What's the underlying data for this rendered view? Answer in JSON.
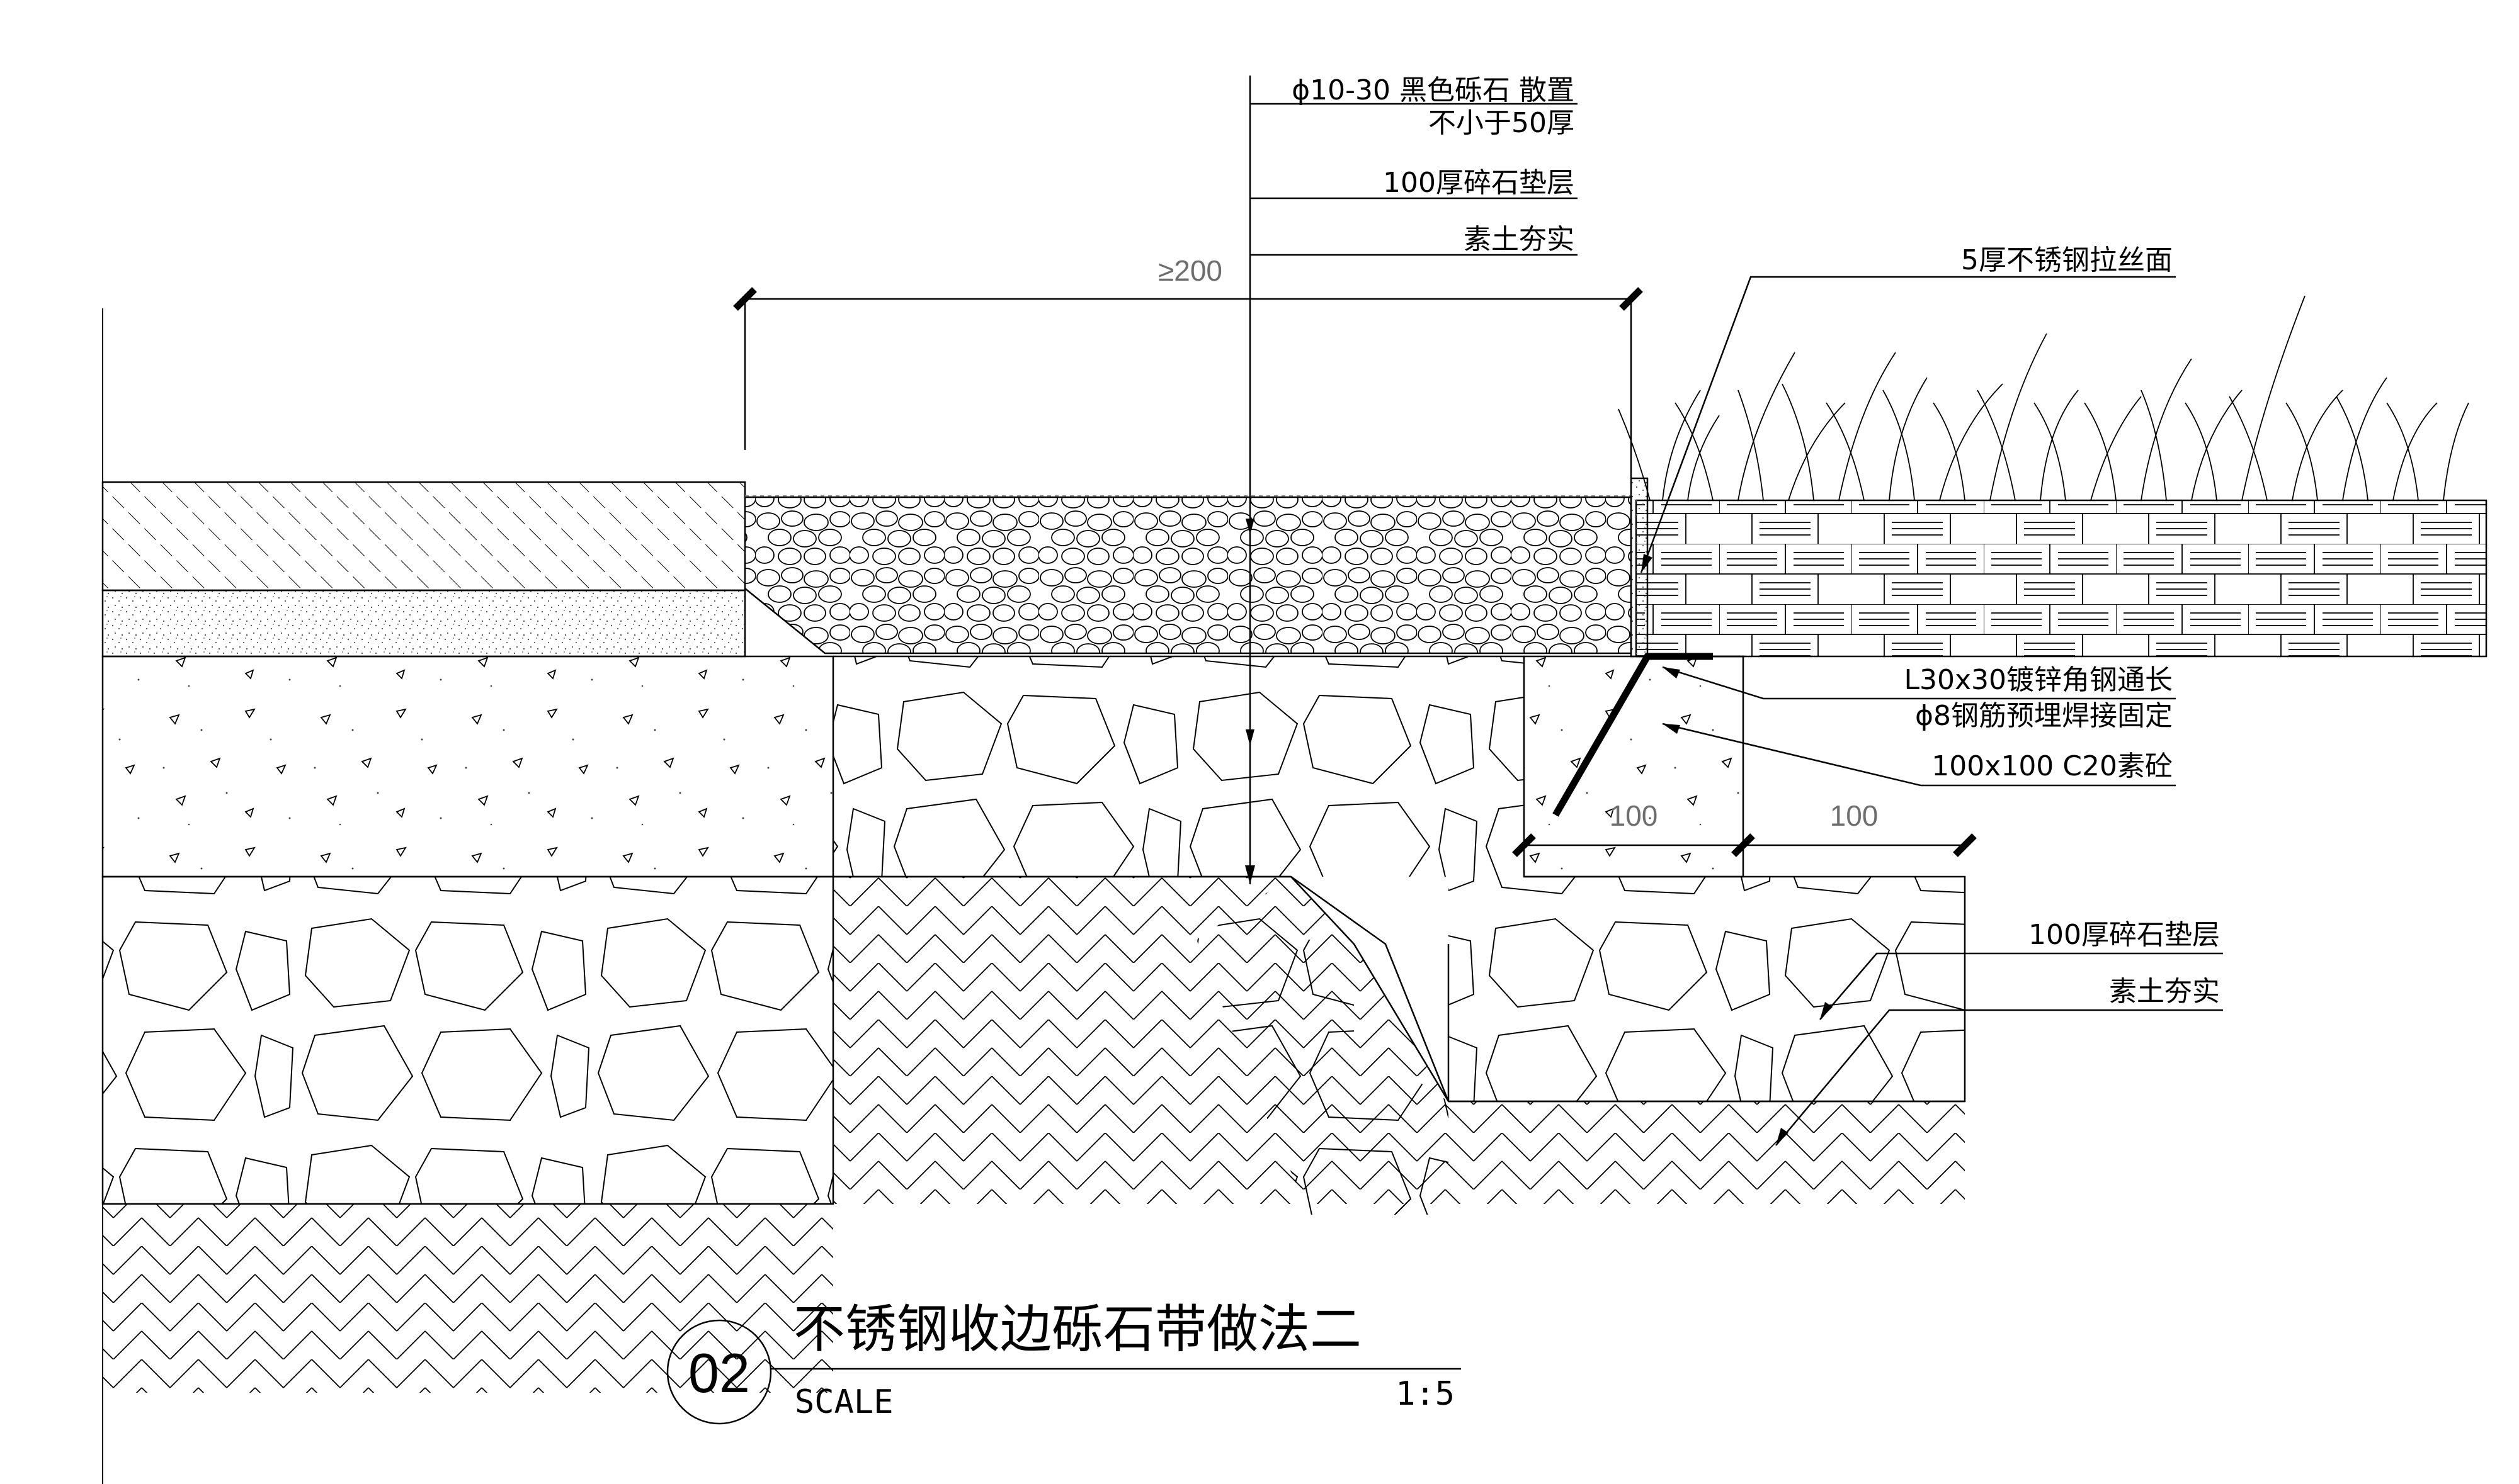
{
  "labels": {
    "gravel_top_line1": "ϕ10-30 黑色砾石 散置",
    "gravel_top_line2": "不小于50厚",
    "crushed_base_top": "100厚碎石垫层",
    "compacted_soil_top": "素土夯实",
    "steel_plate": "5厚不锈钢拉丝面",
    "angle_steel": "L30x30镀锌角钢通长",
    "rebar": "ϕ8钢筋预埋焊接固定",
    "concrete_block": "100x100 C20素砼",
    "crushed_base_right": "100厚碎石垫层",
    "compacted_soil_right": "素土夯实"
  },
  "dimensions": {
    "gravel_width": "≥200",
    "block_width": "100",
    "offset_width": "100"
  },
  "title_block": {
    "number": "02",
    "title": "不锈钢收边砾石带做法二",
    "scale_label": "SCALE",
    "scale_value": "1:5"
  }
}
